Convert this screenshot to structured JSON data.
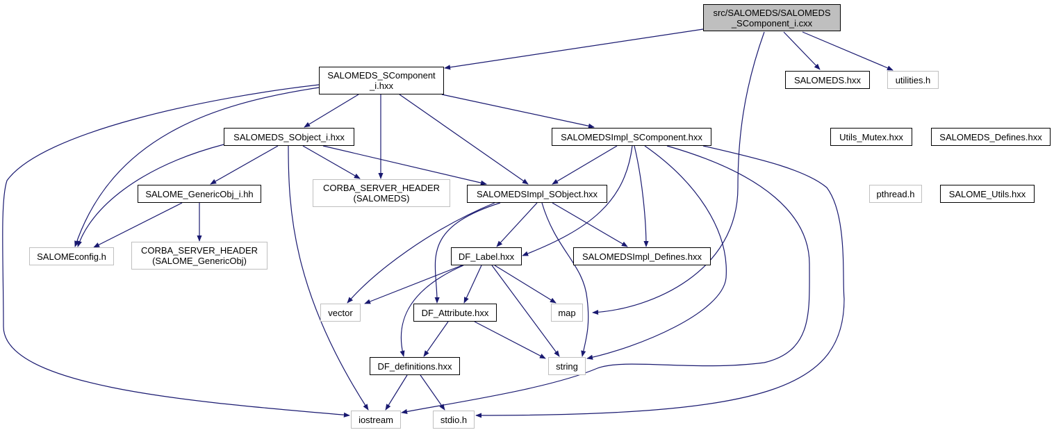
{
  "nodes": {
    "root": "src/SALOMEDS/SALOMEDS\n_SComponent_i.cxx",
    "scomponent_i": "SALOMEDS_SComponent\n_i.hxx",
    "salomeds_hxx": "SALOMEDS.hxx",
    "utilities_h": "utilities.h",
    "sobject_i": "SALOMEDS_SObject_i.hxx",
    "impl_scomponent": "SALOMEDSImpl_SComponent.hxx",
    "utils_mutex": "Utils_Mutex.hxx",
    "salomeds_defines": "SALOMEDS_Defines.hxx",
    "genericobj_i": "SALOME_GenericObj_i.hh",
    "corba_salomeds": "CORBA_SERVER_HEADER\n(SALOMEDS)",
    "impl_sobject": "SALOMEDSImpl_SObject.hxx",
    "pthread_h": "pthread.h",
    "salome_utils": "SALOME_Utils.hxx",
    "salomeconfig_h": "SALOMEconfig.h",
    "corba_genericobj": "CORBA_SERVER_HEADER\n(SALOME_GenericObj)",
    "df_label": "DF_Label.hxx",
    "impl_defines": "SALOMEDSImpl_Defines.hxx",
    "vector": "vector",
    "df_attribute": "DF_Attribute.hxx",
    "map": "map",
    "df_definitions": "DF_definitions.hxx",
    "string": "string",
    "iostream": "iostream",
    "stdio_h": "stdio.h"
  },
  "colors": {
    "edge": "#191970",
    "root_fill": "#bfbfbf",
    "external_border": "#bfbfbf",
    "documented_border": "#000000"
  }
}
